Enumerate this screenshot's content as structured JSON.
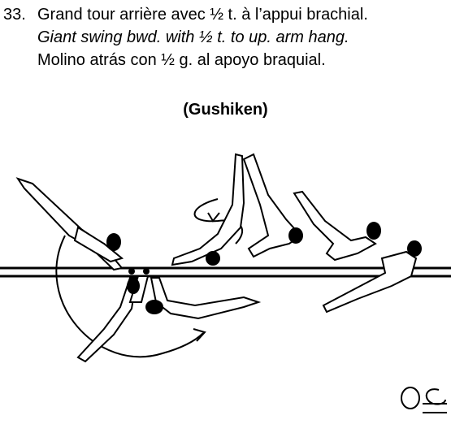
{
  "element": {
    "number": "33.",
    "line_fr": "Grand tour arrière avec ½ t. à l’appui brachial.",
    "line_en": "Giant swing bwd. with ½ t. to up. arm hang.",
    "line_es": "Molino atrás con ½ g. al apoyo braquial.",
    "named_after": "(Gushiken)"
  },
  "figure": {
    "description_icon": "gymnast-parallel-bars-sequence-illustration",
    "signature": "O£"
  }
}
